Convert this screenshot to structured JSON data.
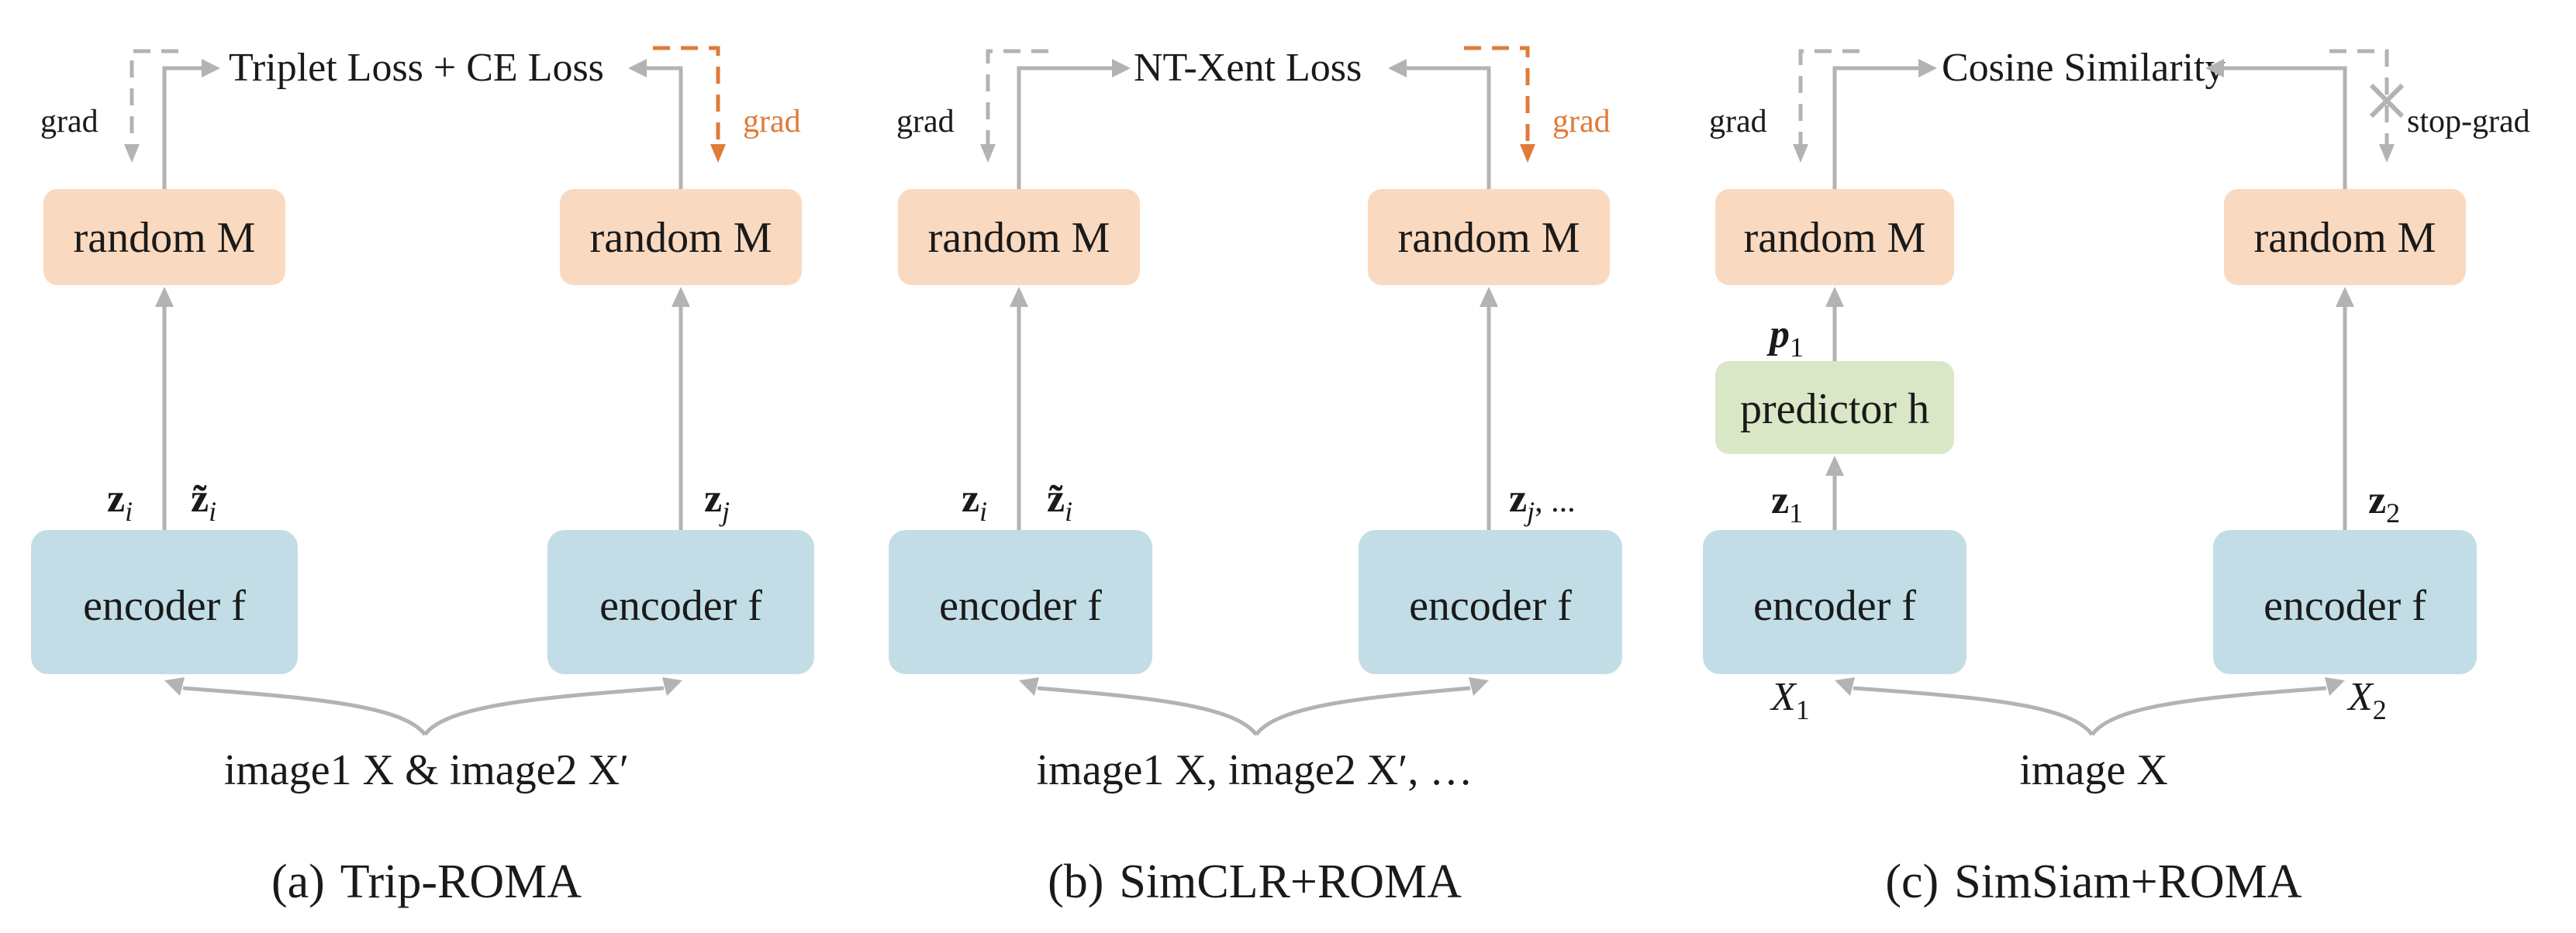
{
  "panels": [
    {
      "loss": "Triplet Loss + CE Loss",
      "left_grad": "grad",
      "right_grad": "grad",
      "left_proj": "random M",
      "right_proj": "random M",
      "left_encoder": "encoder f",
      "right_encoder": "encoder f",
      "left_z_a": "z",
      "left_z_a_sub": "i",
      "left_z_b": "z̃",
      "left_z_b_sub": "i",
      "right_z": "z",
      "right_z_sub": "j",
      "input": "image1 X & image2 X′",
      "caption_tag": "(a)",
      "caption": "Trip-ROMA"
    },
    {
      "loss": "NT-Xent Loss",
      "left_grad": "grad",
      "right_grad": "grad",
      "left_proj": "random M",
      "right_proj": "random M",
      "left_encoder": "encoder f",
      "right_encoder": "encoder f",
      "left_z_a": "z",
      "left_z_a_sub": "i",
      "left_z_b": "z̃",
      "left_z_b_sub": "i",
      "right_z": "z",
      "right_z_sub": "j",
      "right_z_tail": ", ...",
      "input": "image1 X, image2 X′, …",
      "caption_tag": "(b)",
      "caption": "SimCLR+ROMA"
    },
    {
      "loss": "Cosine Similarity",
      "left_grad": "grad",
      "right_grad": "stop-grad",
      "left_proj": "random M",
      "right_proj": "random M",
      "predictor": "predictor h",
      "p_label": "p",
      "p_sub": "1",
      "left_encoder": "encoder f",
      "right_encoder": "encoder f",
      "left_z": "z",
      "left_z_sub": "1",
      "right_z": "z",
      "right_z_sub": "2",
      "x1": "X",
      "x1_sub": "1",
      "x2": "X",
      "x2_sub": "2",
      "input": "image X",
      "caption_tag": "(c)",
      "caption": "SimSiam+ROMA"
    }
  ],
  "colors": {
    "projection_box": "#f9d9bf",
    "encoder_box": "#c2dde6",
    "predictor_box": "#dae7c6",
    "arrow": "#b3b3b3",
    "grad_highlight": "#e07b39"
  }
}
